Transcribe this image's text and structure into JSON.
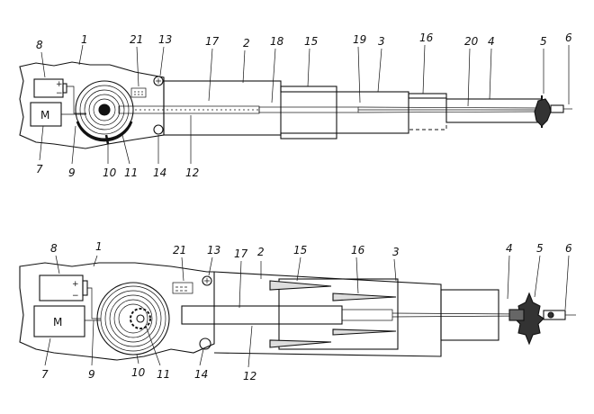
{
  "figures": [
    {
      "id": "top",
      "labels": [
        "8",
        "1",
        "21",
        "13",
        "17",
        "2",
        "18",
        "15",
        "19",
        "3",
        "16",
        "20",
        "4",
        "5",
        "6",
        "7",
        "9",
        "10",
        "11",
        "14",
        "12"
      ],
      "motor_text": "M",
      "battery_plus": "+",
      "battery_minus": "−"
    },
    {
      "id": "bottom",
      "labels": [
        "8",
        "1",
        "21",
        "13",
        "17",
        "2",
        "15",
        "16",
        "3",
        "4",
        "5",
        "6",
        "7",
        "9",
        "10",
        "11",
        "14",
        "12"
      ],
      "motor_text": "M",
      "battery_plus": "+",
      "battery_minus": "−"
    }
  ]
}
